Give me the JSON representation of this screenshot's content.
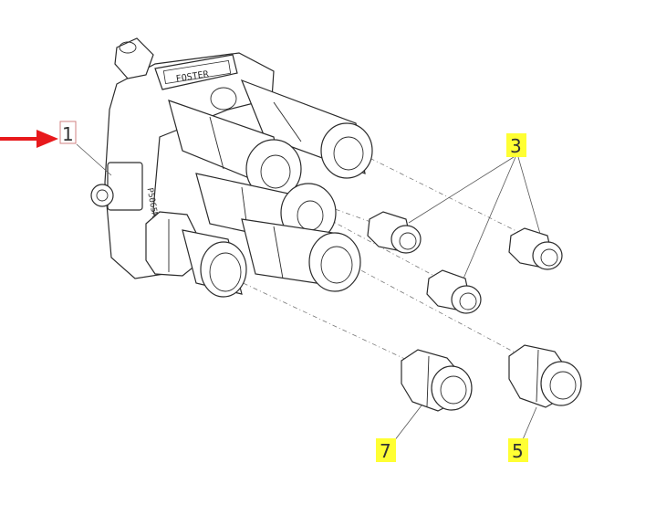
{
  "diagram": {
    "callouts": [
      {
        "id": "callout-1",
        "label": "1",
        "highlight": false
      },
      {
        "id": "callout-3",
        "label": "3",
        "highlight": true
      },
      {
        "id": "callout-5",
        "label": "5",
        "highlight": true
      },
      {
        "id": "callout-7",
        "label": "7",
        "highlight": true
      }
    ],
    "body_marking": "P5065M",
    "top_marking": "FOSTER",
    "colors": {
      "highlight": "#ffff33",
      "arrow": "#e8191c",
      "line": "#2b2b2b",
      "callout_1_border": "#d08080"
    }
  }
}
